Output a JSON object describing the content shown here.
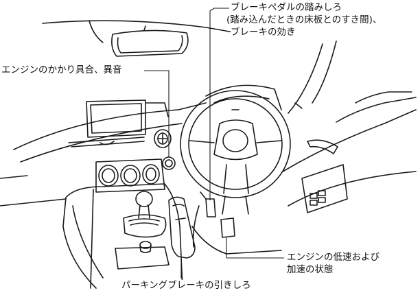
{
  "callouts": {
    "brake_pedal": {
      "line1": "ブレーキペダルの踏みしろ",
      "line2": "(踏み込んだときの床板とのすき間)、",
      "line3": "ブレーキの効き"
    },
    "engine_start": "エンジンのかかり具合、異音",
    "idle_accel": {
      "line1": "エンジンの低速および",
      "line2": "加速の状態"
    },
    "parking_brake": "パーキングブレーキの引きしろ"
  }
}
